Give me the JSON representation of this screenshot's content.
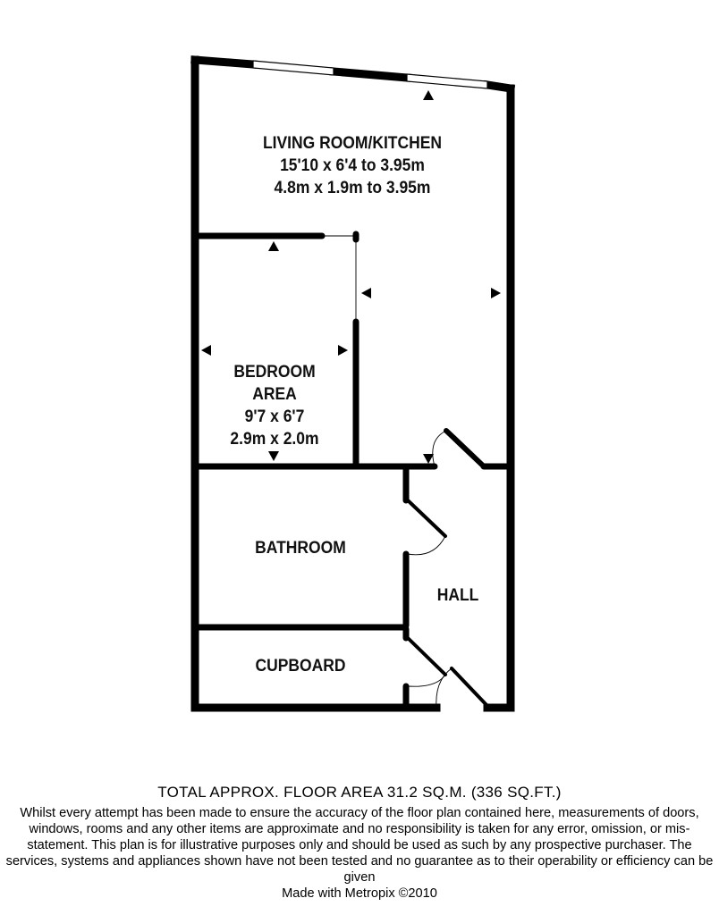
{
  "rooms": {
    "living": {
      "name": "LIVING ROOM/KITCHEN",
      "imperial": "15'10 x 6'4 to 3.95m",
      "metric": "4.8m x 1.9m to 3.95m"
    },
    "bedroom": {
      "name_line1": "BEDROOM",
      "name_line2": "AREA",
      "imperial": "9'7 x 6'7",
      "metric": "2.9m x 2.0m"
    },
    "bathroom": {
      "name": "BATHROOM"
    },
    "hall": {
      "name": "HALL"
    },
    "cupboard": {
      "name": "CUPBOARD"
    }
  },
  "footer": {
    "total_area": "TOTAL APPROX. FLOOR AREA 31.2 SQ.M. (336 SQ.FT.)",
    "disclaimer": "Whilst every attempt has been made to ensure the accuracy of the floor plan contained here, measurements of doors, windows, rooms and any other items are approximate and no responsibility is taken for any error, omission, or mis-statement. This plan is for illustrative purposes only and should be used as such by any prospective purchaser. The services, systems and appliances shown have not been tested and no guarantee as to their operability or efficiency can be given",
    "made_with": "Made with Metropix ©2010"
  }
}
